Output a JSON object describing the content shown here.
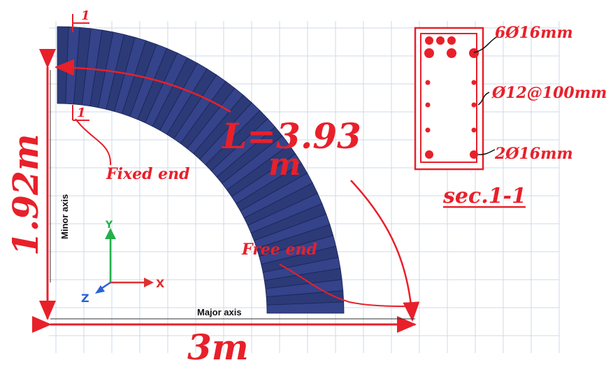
{
  "colors": {
    "beam": "#2c3a78",
    "beam_edge": "#1a2455",
    "annotation": "#e8202a",
    "grid": "#cfd9ea",
    "axis_x": "#e03030",
    "axis_y": "#22b04a",
    "axis_z": "#2a62d8"
  },
  "section_mark_top": "1",
  "section_mark_bottom": "1",
  "length_label_line1": "L=3.93",
  "length_label_line2": "m",
  "height_label": "1.92m",
  "width_label": "3m",
  "fixed_end_label": "Fixed end",
  "free_end_label": "Free end",
  "minor_axis_label": "Minor axis",
  "major_axis_label": "Major axis",
  "axis_triad": {
    "x": "X",
    "y": "Y",
    "z": "Z"
  },
  "section": {
    "title": "sec.1-1",
    "top_bars": "6Ø16mm",
    "stirrups": "Ø12@100mm",
    "bottom_bars": "2Ø16mm"
  }
}
